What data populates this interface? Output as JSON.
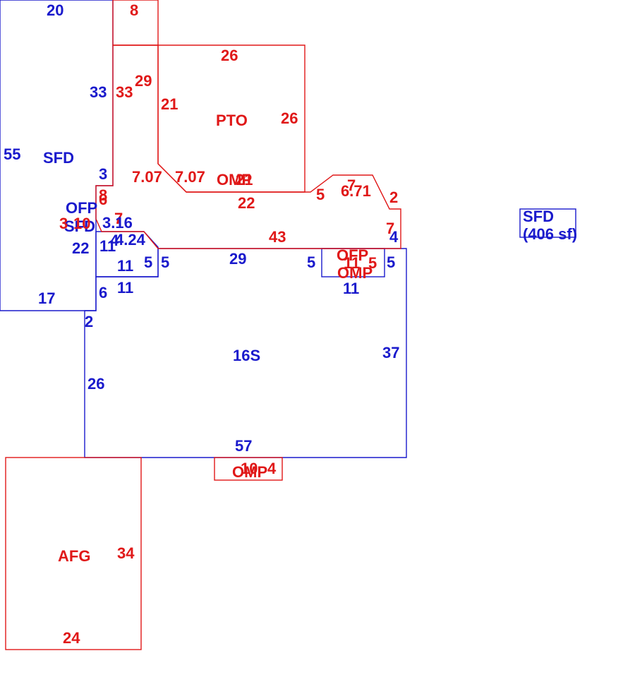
{
  "colors": {
    "living": "#1a1acc",
    "other": "#e01818",
    "background": "#ffffff"
  },
  "areas": {
    "sfd_main": "SFD",
    "pto": "PTO",
    "omp_top": "OMP",
    "ofp_left": "OFP",
    "sfd_small": "SFD",
    "ofp_right": "OFP",
    "omp_right": "OMP",
    "s16": "16S",
    "omp_bottom": "OMP",
    "afg": "AFG",
    "legend_code": "SFD",
    "legend_sf": "(406 sf)"
  },
  "dims": {
    "sfd_top": "20",
    "strip_top": "8",
    "sfd_right": "33",
    "strip_left": "33",
    "strip_right": "29",
    "sfd_left": "55",
    "sfd_notch": "3",
    "sfd_bottom": "17",
    "pto_top": "26",
    "pto_left": "21",
    "pto_right": "26",
    "diag1": "7.07",
    "diag2": "7.07",
    "omp_bottom": "22",
    "omp_num": "21",
    "step_a": "5",
    "seg_top": "7",
    "diag3": "6.71",
    "seg_right": "2",
    "seg_7": "7",
    "seg_4": "4",
    "conn_43": "43",
    "red_8": "8",
    "red_6": "6",
    "red_3": "3",
    "red_10": "10",
    "red_7": "7",
    "ofp_316": "3.16",
    "ofp_424": "4.24",
    "ofp_22": "22",
    "ofp_11a": "11",
    "ofp_4": "4",
    "ofp_11b": "11",
    "ofp_5a": "5",
    "ofp_5b": "5",
    "ofp_6": "6",
    "ofp_11c": "11",
    "s_top": "29",
    "s_5left": "5",
    "ofp_r11": "11",
    "ofp_r5": "5",
    "s_5right": "5",
    "ofp_r11b": "11",
    "s_right": "37",
    "s_2": "2",
    "s_left": "26",
    "s_bottom": "57",
    "omp_b10": "10",
    "omp_b4": "4",
    "afg_right": "34",
    "afg_bottom": "24"
  }
}
